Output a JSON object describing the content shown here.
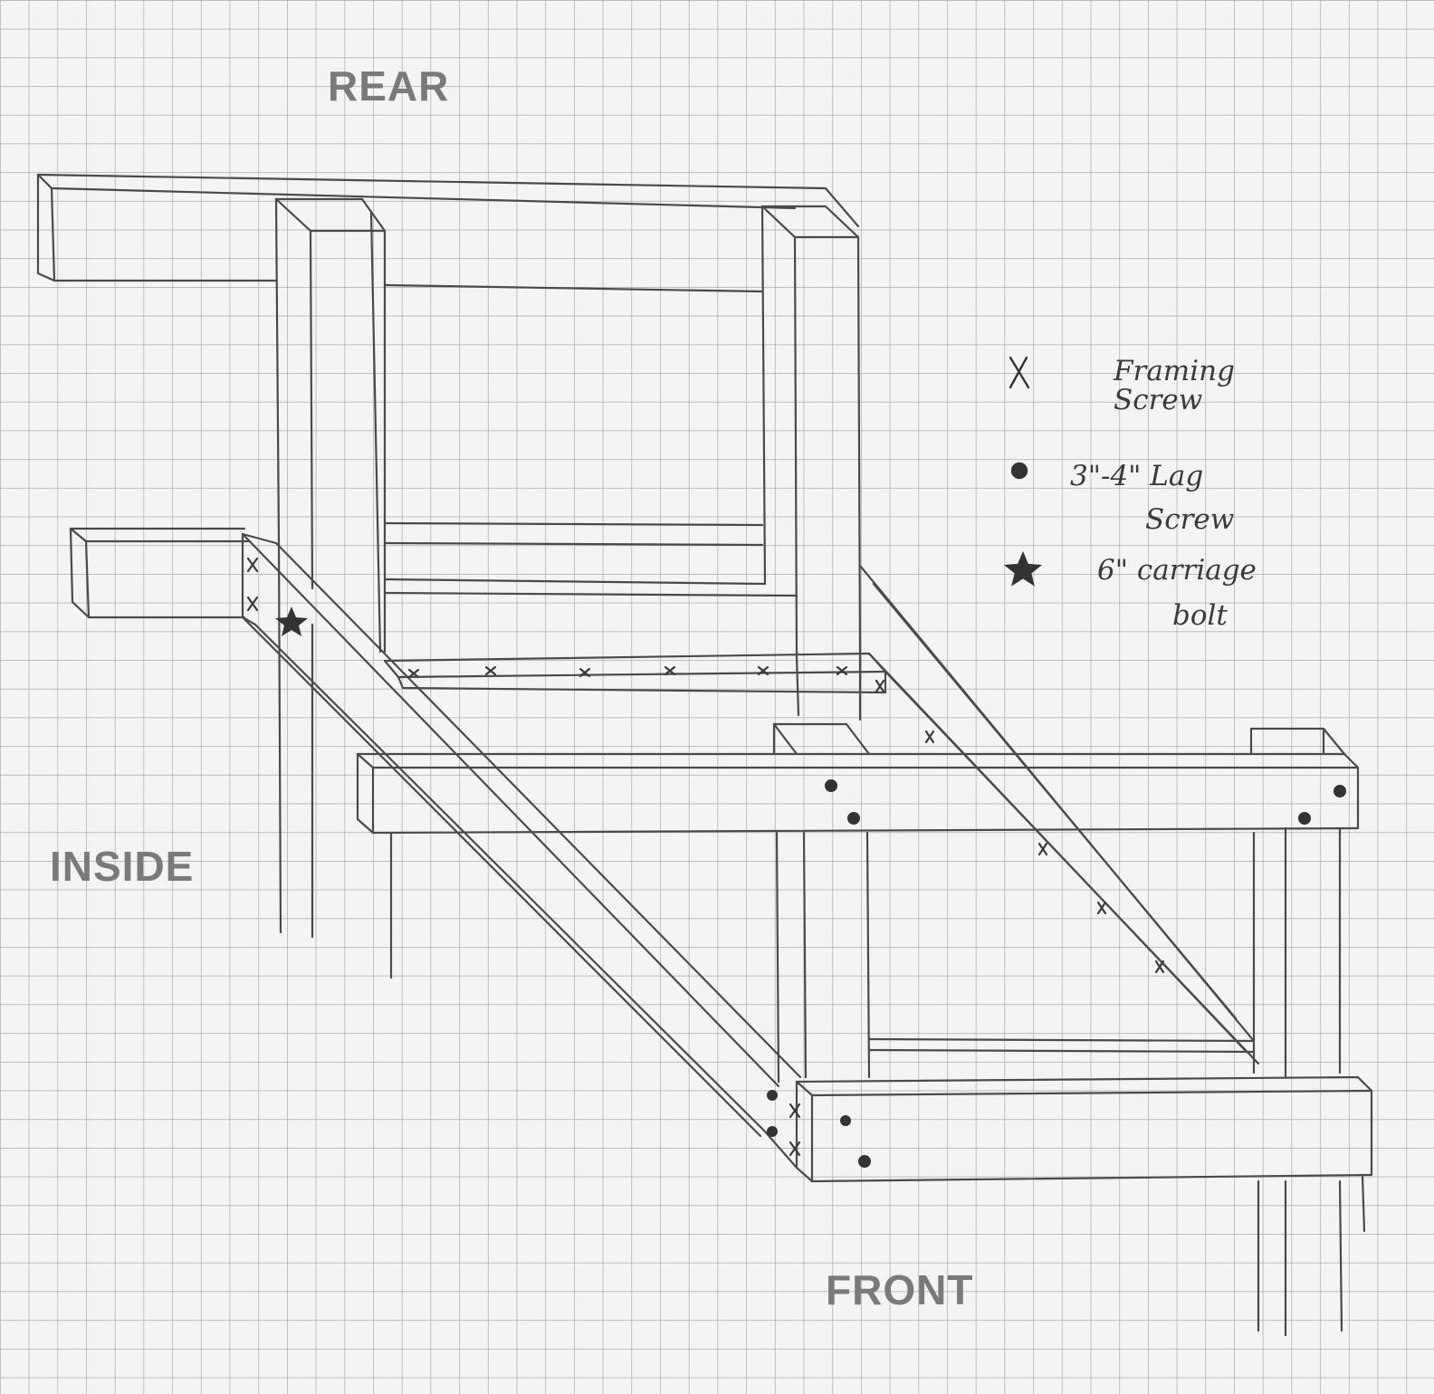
{
  "labels": {
    "rear": "REAR",
    "inside": "INSIDE",
    "front": "FRONT"
  },
  "legend": {
    "framing_screw": {
      "symbol": "X",
      "line1": "Framing",
      "line2": "Screw"
    },
    "lag_screw": {
      "symbol": "dot",
      "line1": "3\"-4\" Lag",
      "line2": "Screw"
    },
    "carriage_bolt": {
      "symbol": "star",
      "line1": "6\" carriage",
      "line2": "bolt"
    }
  },
  "colors": {
    "paper": "#f4f4f2",
    "grid": "#a9a9a9",
    "pencil": "#4a4a4a",
    "label": "#7a7a7a"
  }
}
